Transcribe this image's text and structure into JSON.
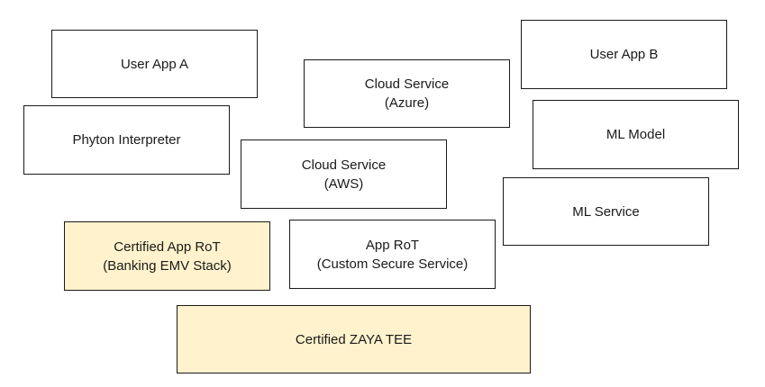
{
  "diagram": {
    "boxes": {
      "user_app_a": {
        "lines": [
          "User App A"
        ]
      },
      "user_app_b": {
        "lines": [
          "User App B"
        ]
      },
      "cloud_azure": {
        "lines": [
          "Cloud Service",
          "(Azure)"
        ]
      },
      "python_interpreter": {
        "lines": [
          "Phyton Interpreter"
        ]
      },
      "ml_model": {
        "lines": [
          "ML Model"
        ]
      },
      "cloud_aws": {
        "lines": [
          "Cloud Service",
          "(AWS)"
        ]
      },
      "ml_service": {
        "lines": [
          "ML Service"
        ]
      },
      "certified_app_rot": {
        "lines": [
          "Certified App RoT",
          "(Banking EMV Stack)"
        ]
      },
      "app_rot": {
        "lines": [
          "App RoT",
          "(Custom Secure Service)"
        ]
      },
      "certified_tee": {
        "lines": [
          "Certified ZAYA TEE"
        ]
      }
    },
    "colors": {
      "highlight_fill": "#fff2cc",
      "default_fill": "#ffffff",
      "border": "#1a1a1a"
    }
  }
}
